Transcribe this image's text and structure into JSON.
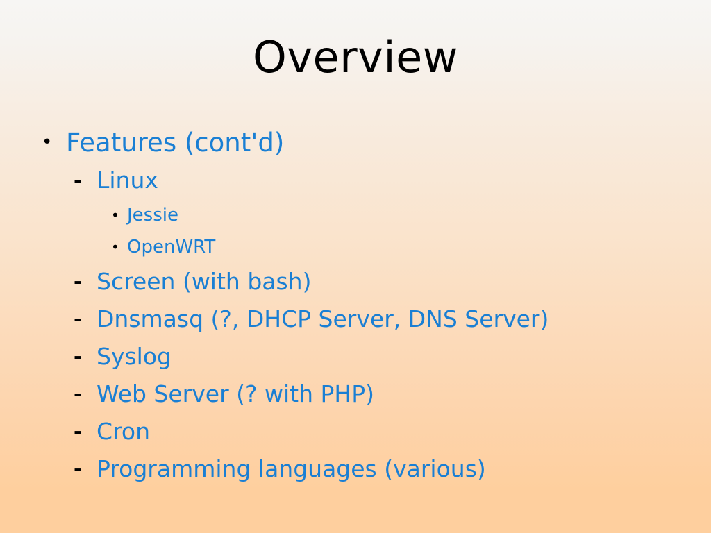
{
  "slide": {
    "title": "Overview",
    "title_color": "#000000",
    "text_color": "#1a7fd4",
    "marker_color": "#000000",
    "background": {
      "top_color": "#f7f6f4",
      "mid_color": "#fae3cb",
      "bottom_color": "#fecf9e"
    },
    "markers": {
      "level1": "•",
      "level2": "-",
      "level3": "•"
    },
    "outline": [
      {
        "level": 1,
        "marker": "•",
        "label": "Features (cont'd)"
      },
      {
        "level": 2,
        "marker": "-",
        "label": "Linux"
      },
      {
        "level": 3,
        "marker": "•",
        "label": "Jessie"
      },
      {
        "level": 3,
        "marker": "•",
        "label": "OpenWRT"
      },
      {
        "level": 2,
        "marker": "-",
        "label": "Screen (with bash)"
      },
      {
        "level": 2,
        "marker": "-",
        "label": "Dnsmasq (?, DHCP Server, DNS Server)"
      },
      {
        "level": 2,
        "marker": "-",
        "label": "Syslog"
      },
      {
        "level": 2,
        "marker": "-",
        "label": "Web Server (? with PHP)"
      },
      {
        "level": 2,
        "marker": "-",
        "label": "Cron"
      },
      {
        "level": 2,
        "marker": "-",
        "label": "Programming languages (various)"
      }
    ]
  }
}
